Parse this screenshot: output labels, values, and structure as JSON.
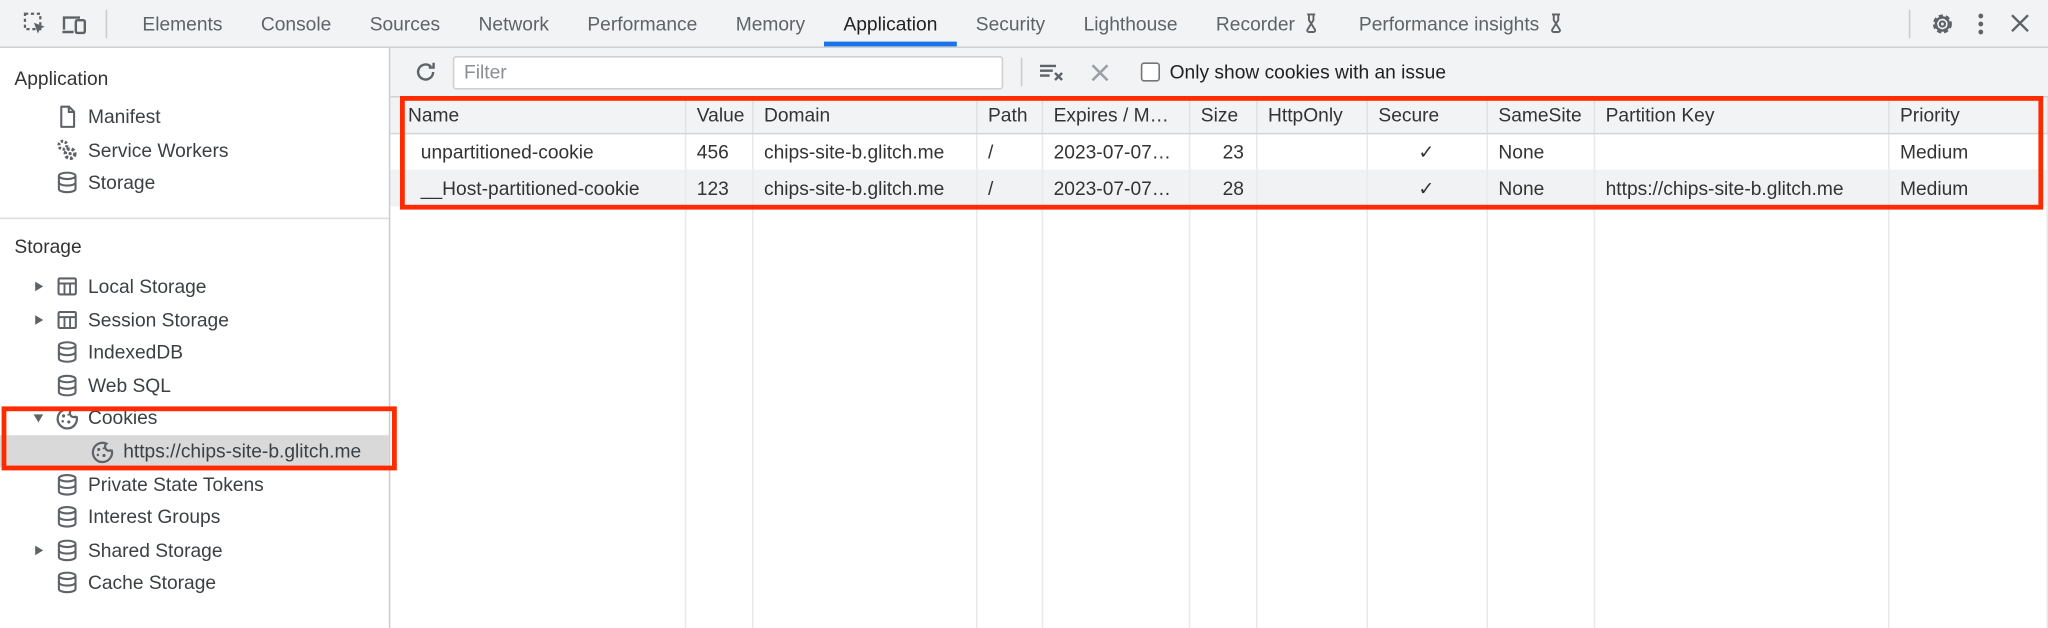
{
  "colors": {
    "accent": "#1a73e8",
    "annotation": "#ff2b00",
    "selection": "#d9d9d9",
    "icon_gray": "#5f6368"
  },
  "tabbar": {
    "tabs": [
      {
        "label": "Elements"
      },
      {
        "label": "Console"
      },
      {
        "label": "Sources"
      },
      {
        "label": "Network"
      },
      {
        "label": "Performance"
      },
      {
        "label": "Memory"
      },
      {
        "label": "Application",
        "active": true
      },
      {
        "label": "Security"
      },
      {
        "label": "Lighthouse"
      },
      {
        "label": "Recorder",
        "experimental": true
      },
      {
        "label": "Performance insights",
        "experimental": true
      }
    ]
  },
  "sidebar": {
    "sections": [
      {
        "title": "Application",
        "items": [
          {
            "label": "Manifest"
          },
          {
            "label": "Service Workers"
          },
          {
            "label": "Storage"
          }
        ]
      },
      {
        "title": "Storage",
        "items": [
          {
            "label": "Local Storage",
            "expand": "closed"
          },
          {
            "label": "Session Storage",
            "expand": "closed"
          },
          {
            "label": "IndexedDB"
          },
          {
            "label": "Web SQL"
          },
          {
            "label": "Cookies",
            "expand": "open",
            "annotated": true
          },
          {
            "label": "https://chips-site-b.glitch.me",
            "selected": true
          },
          {
            "label": "Private State Tokens"
          },
          {
            "label": "Interest Groups"
          },
          {
            "label": "Shared Storage",
            "expand": "closed"
          },
          {
            "label": "Cache Storage"
          }
        ]
      }
    ]
  },
  "toolbar": {
    "filter_placeholder": "Filter",
    "checkbox_label": "Only show cookies with an issue"
  },
  "cookies_table": {
    "columns": [
      "Name",
      "Value",
      "Domain",
      "Path",
      "Expires / M…",
      "Size",
      "HttpOnly",
      "Secure",
      "SameSite",
      "Partition Key",
      "Priority"
    ],
    "rows": [
      {
        "name": "unpartitioned-cookie",
        "value": "456",
        "domain": "chips-site-b.glitch.me",
        "path": "/",
        "expires": "2023-07-07…",
        "size": "23",
        "http_only": "",
        "secure": "✓",
        "same_site": "None",
        "partition_key": "",
        "priority": "Medium"
      },
      {
        "name": "__Host-partitioned-cookie",
        "value": "123",
        "domain": "chips-site-b.glitch.me",
        "path": "/",
        "expires": "2023-07-07…",
        "size": "28",
        "http_only": "",
        "secure": "✓",
        "same_site": "None",
        "partition_key": "https://chips-site-b.glitch.me",
        "priority": "Medium"
      }
    ]
  }
}
